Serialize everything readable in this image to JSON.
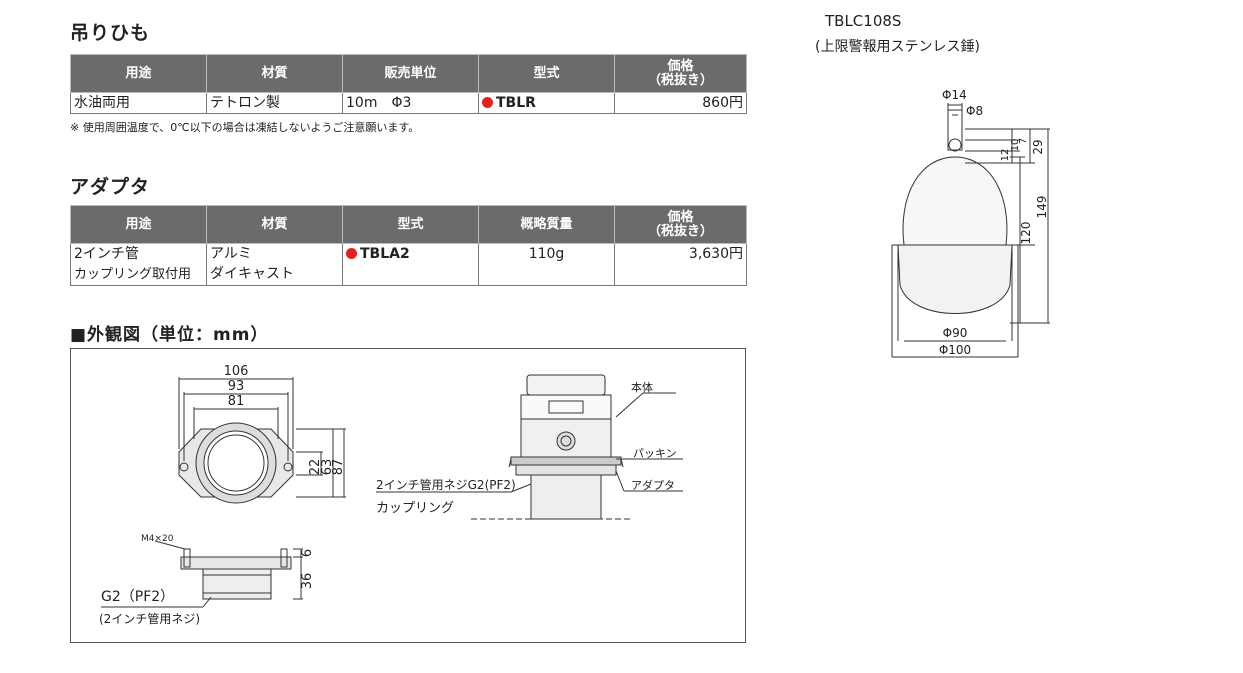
{
  "sections": {
    "hanging_cord": {
      "title": "吊りひも",
      "headers": [
        "用途",
        "材質",
        "販売単位",
        "型式",
        "価格",
        "（税抜き）"
      ],
      "row": {
        "use": "水油両用",
        "material": "テトロン製",
        "unit": "10m　Φ3",
        "model": "TBLR",
        "price": "860円"
      },
      "note": "※ 使用周囲温度で、0℃以下の場合は凍結しないようご注意願います。"
    },
    "adapter": {
      "title": "アダプタ",
      "headers": [
        "用途",
        "材質",
        "型式",
        "概略質量",
        "価格",
        "（税抜き）"
      ],
      "row": {
        "use_1": "2インチ管",
        "use_2": "カップリング取付用",
        "material_1": "アルミ",
        "material_2": "ダイキャスト",
        "model": "TBLA2",
        "mass": "110g",
        "price": "3,630円"
      }
    },
    "outline": {
      "title": "■外観図（単位：mm）",
      "top_view": {
        "dims": [
          "106",
          "93",
          "81",
          "22",
          "63",
          "87"
        ]
      },
      "side_view": {
        "bolt": "M4×20",
        "dims": [
          "6",
          "36"
        ],
        "thread_1": "G2（PF2）",
        "thread_2": "(2インチ管用ネジ)"
      },
      "assembly": {
        "body": "本体",
        "packing": "パッキン",
        "adapter": "アダプタ",
        "pipe_thread": "2インチ管用ネジG2(PF2)",
        "coupling": "カップリング"
      }
    }
  },
  "weight": {
    "model": "TBLC108S",
    "description": "(上限警報用ステンレス錘)",
    "dims": {
      "d_top": "Φ14",
      "d_hole": "Φ8",
      "h1": "7",
      "h2": "10",
      "h3": "12",
      "h_top": "29",
      "h_total": "149",
      "h_body": "120",
      "d_body": "Φ90",
      "d_base": "Φ100"
    }
  },
  "colors": {
    "header_bg": "#6b6b6b",
    "model_dot": "#e0231c"
  }
}
